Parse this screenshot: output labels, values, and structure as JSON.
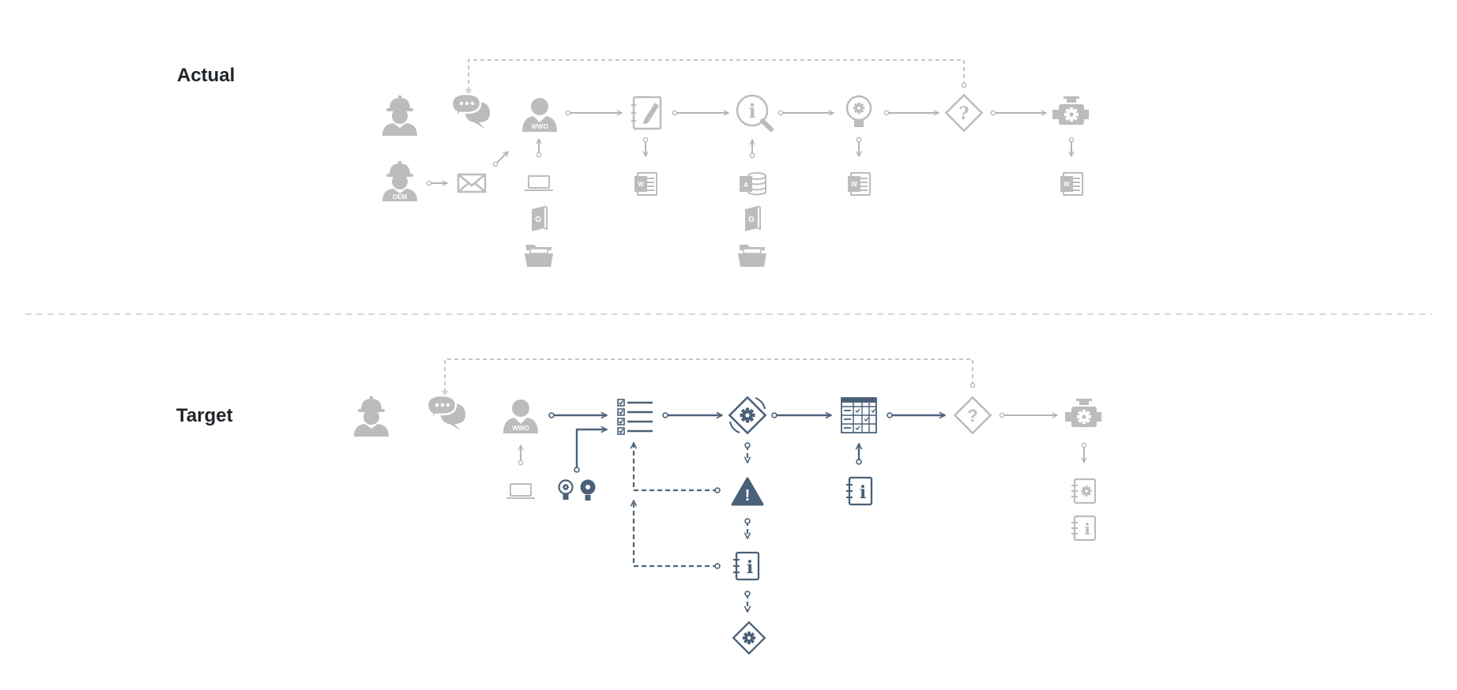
{
  "sections": {
    "actual": {
      "title": "Actual"
    },
    "target": {
      "title": "Target"
    }
  },
  "badges": {
    "wwo": "WWO",
    "oem": "OEM",
    "word": "W",
    "access": "A",
    "question": "?",
    "info": "i",
    "alert": "!"
  },
  "colors": {
    "gray": "#bcbcbc",
    "line_gray": "#b4b4b4",
    "blue": "#4a6078",
    "text": "#1f2428"
  }
}
